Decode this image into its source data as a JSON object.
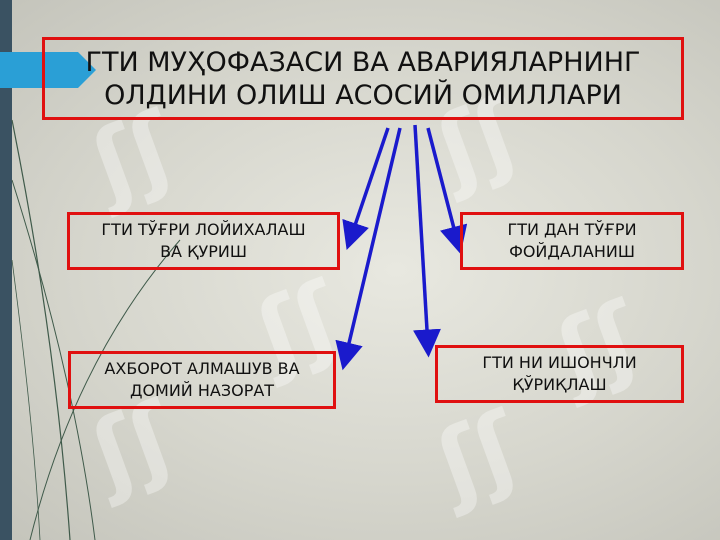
{
  "title": {
    "line1": "ГТИ МУҲОФАЗАСИ ВА АВАРИЯЛАРНИНГ",
    "line2": "ОЛДИНИ ОЛИШ АСОСИЙ ОМИЛЛАРИ"
  },
  "boxes": {
    "design": {
      "line1": "ГТИ ТЎҒРИ ЛОЙИХАЛАШ",
      "line2": "ВА ҚУРИШ"
    },
    "usage": {
      "line1": "ГТИ ДАН ТЎҒРИ",
      "line2": "ФОЙДАЛАНИШ"
    },
    "monitoring": {
      "line1": "АХБОРОТ АЛМАШУВ ВА",
      "line2": "ДОМИЙ НАЗОРАТ"
    },
    "protection": {
      "line1": "ГТИ НИ ИШОНЧЛИ",
      "line2": "ҚЎРИҚЛАШ"
    }
  },
  "colors": {
    "box_border": "#e01010",
    "arrow": "#1a1acc",
    "left_bar": "#3a5262",
    "accent_tab": "#2a9fd6"
  },
  "icons": [
    "accent-tab",
    "decorative-curves",
    "watermark-logo"
  ]
}
